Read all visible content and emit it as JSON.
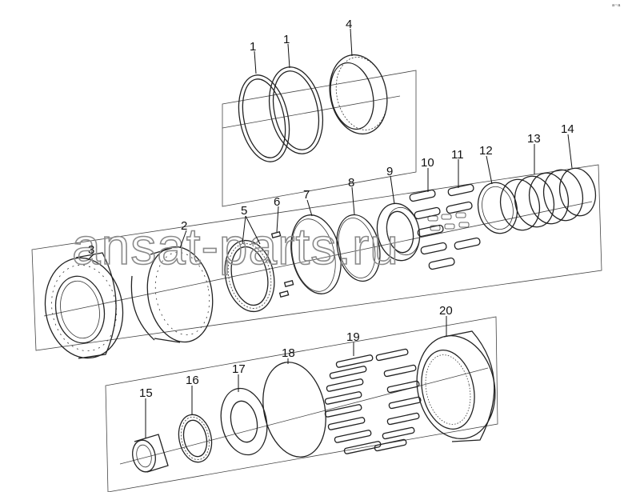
{
  "watermark": "ansat-parts.ru",
  "corner_mark": "ᵃ⁻ᵃ",
  "callouts": {
    "c1a": "1",
    "c1b": "1",
    "c2": "2",
    "c3": "3",
    "c4": "4",
    "c5": "5",
    "c6": "6",
    "c7": "7",
    "c8": "8",
    "c9": "9",
    "c10": "10",
    "c11": "11",
    "c12": "12",
    "c13": "13",
    "c14": "14",
    "c15": "15",
    "c16": "16",
    "c17": "17",
    "c18": "18",
    "c19": "19",
    "c20": "20"
  },
  "colors": {
    "line": "#222222",
    "watermark": "#8a8a8a",
    "background": "#ffffff"
  }
}
